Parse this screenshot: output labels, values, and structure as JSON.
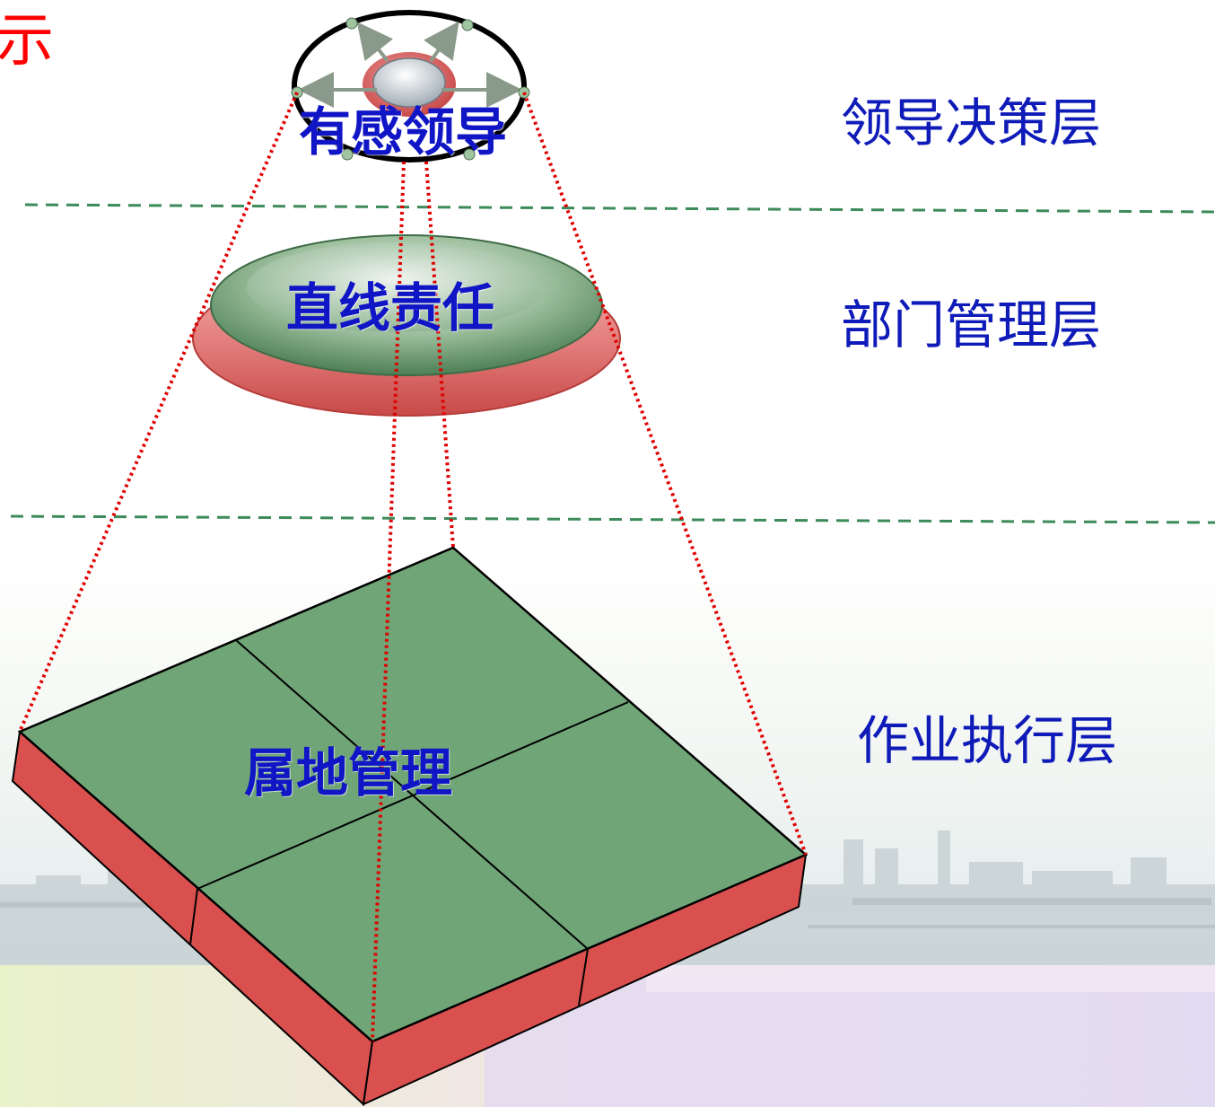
{
  "corner_title": "示",
  "center_labels": {
    "top": "有感领导",
    "middle": "直线责任",
    "bottom": "属地管理"
  },
  "layer_labels": {
    "top": "领导决策层",
    "middle": "部门管理层",
    "bottom": "作业执行层"
  },
  "colors": {
    "label_blue": "#1015c6",
    "layer_blue": "#0f1bb8",
    "dotted_red": "#e00000",
    "divider_green": "#3d8a5a",
    "tile_green": "#70a577",
    "edge_red": "#d9504f"
  }
}
